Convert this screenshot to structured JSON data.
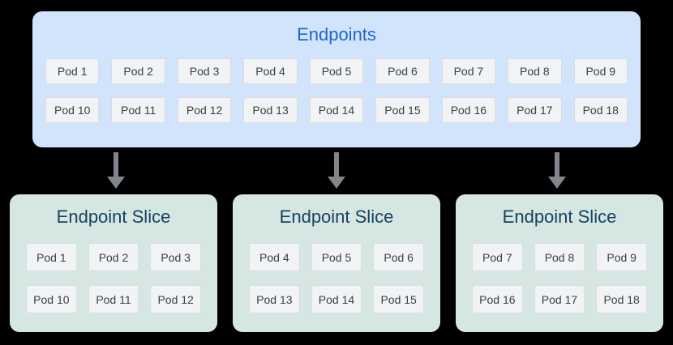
{
  "colors": {
    "background": "#000000",
    "endpoints_box": "#d2e3fc",
    "endpoints_title": "#1967d2",
    "slice_box": "#d6e7e3",
    "slice_title": "#17425e",
    "pod_fill": "#f1f3f4",
    "pod_border": "#dadce0",
    "pod_text": "#3c4043",
    "arrow": "#80868b"
  },
  "endpoints": {
    "title": "Endpoints",
    "pods": [
      "Pod 1",
      "Pod 2",
      "Pod 3",
      "Pod 4",
      "Pod 5",
      "Pod 6",
      "Pod 7",
      "Pod 8",
      "Pod 9",
      "Pod 10",
      "Pod 11",
      "Pod 12",
      "Pod 13",
      "Pod 14",
      "Pod 15",
      "Pod 16",
      "Pod 17",
      "Pod 18"
    ]
  },
  "slices": [
    {
      "title": "Endpoint Slice",
      "pods": [
        "Pod 1",
        "Pod 2",
        "Pod 3",
        "Pod 10",
        "Pod 11",
        "Pod 12"
      ]
    },
    {
      "title": "Endpoint Slice",
      "pods": [
        "Pod 4",
        "Pod 5",
        "Pod 6",
        "Pod 13",
        "Pod 14",
        "Pod 15"
      ]
    },
    {
      "title": "Endpoint Slice",
      "pods": [
        "Pod 7",
        "Pod 8",
        "Pod 9",
        "Pod 16",
        "Pod 17",
        "Pod 18"
      ]
    }
  ]
}
